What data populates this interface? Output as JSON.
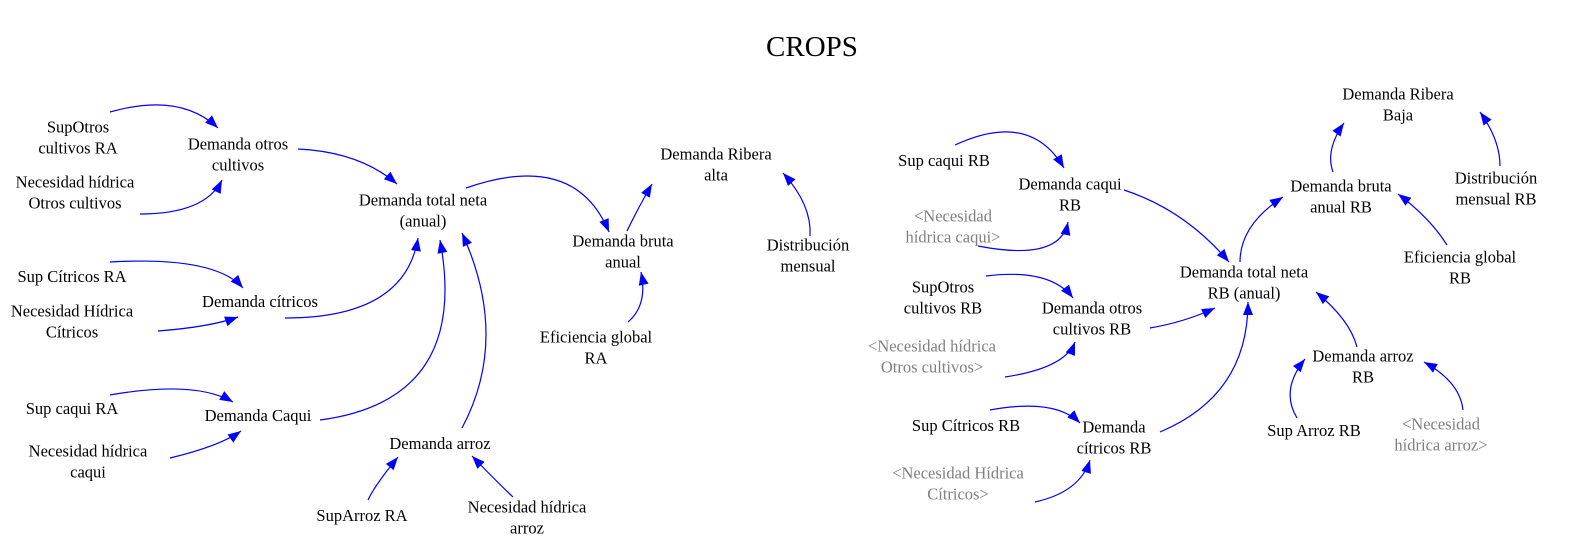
{
  "diagram": {
    "title": "CROPS",
    "colors": {
      "variable_text": "#000000",
      "shadow_variable_text": "#808080",
      "link": "#0000ff",
      "background": "#ffffff"
    },
    "variables": {
      "supotros_ra": {
        "lines": [
          "SupOtros",
          "cultivos RA"
        ],
        "shadow": false
      },
      "demanda_otros_ra": {
        "lines": [
          "Demanda otros",
          "cultivos"
        ],
        "shadow": false
      },
      "nec_otros_ra": {
        "lines": [
          "Necesidad hídrica",
          "Otros cultivos"
        ],
        "shadow": false
      },
      "demanda_total_ra": {
        "lines": [
          "Demanda total neta",
          "(anual)"
        ],
        "shadow": false
      },
      "sup_citricos_ra": {
        "lines": [
          "Sup Cítricos RA"
        ],
        "shadow": false
      },
      "demanda_citricos_ra": {
        "lines": [
          "Demanda cítricos"
        ],
        "shadow": false
      },
      "nec_citricos_ra": {
        "lines": [
          "Necesidad Hídrica",
          "Cítricos"
        ],
        "shadow": false
      },
      "sup_caqui_ra": {
        "lines": [
          "Sup caqui RA"
        ],
        "shadow": false
      },
      "demanda_caqui_ra": {
        "lines": [
          "Demanda Caqui"
        ],
        "shadow": false
      },
      "nec_caqui_ra": {
        "lines": [
          "Necesidad hídrica",
          "caqui"
        ],
        "shadow": false
      },
      "demanda_arroz_ra": {
        "lines": [
          "Demanda arroz"
        ],
        "shadow": false
      },
      "suparroz_ra": {
        "lines": [
          "SupArroz RA"
        ],
        "shadow": false
      },
      "nec_arroz_ra": {
        "lines": [
          "Necesidad hídrica",
          "arroz"
        ],
        "shadow": false
      },
      "demanda_ribera_alta": {
        "lines": [
          "Demanda Ribera",
          "alta"
        ],
        "shadow": false
      },
      "demanda_bruta_ra": {
        "lines": [
          "Demanda bruta",
          "anual"
        ],
        "shadow": false
      },
      "distribucion_ra": {
        "lines": [
          "Distribución",
          "mensual"
        ],
        "shadow": false
      },
      "eficiencia_ra": {
        "lines": [
          "Eficiencia global",
          "RA"
        ],
        "shadow": false
      },
      "sup_caqui_rb": {
        "lines": [
          "Sup caqui RB"
        ],
        "shadow": false
      },
      "demanda_caqui_rb": {
        "lines": [
          "Demanda caqui",
          "RB"
        ],
        "shadow": false
      },
      "nec_caqui_shadow": {
        "lines": [
          "<Necesidad",
          "hídrica caqui>"
        ],
        "shadow": true
      },
      "supotros_rb": {
        "lines": [
          "SupOtros",
          "cultivos RB"
        ],
        "shadow": false
      },
      "demanda_otros_rb": {
        "lines": [
          "Demanda otros",
          "cultivos RB"
        ],
        "shadow": false
      },
      "nec_otros_shadow": {
        "lines": [
          "<Necesidad hídrica",
          "Otros cultivos>"
        ],
        "shadow": true
      },
      "sup_citricos_rb": {
        "lines": [
          "Sup Cítricos RB"
        ],
        "shadow": false
      },
      "demanda_citricos_rb": {
        "lines": [
          "Demanda",
          "cítricos RB"
        ],
        "shadow": false
      },
      "nec_citricos_shadow": {
        "lines": [
          "<Necesidad Hídrica",
          "Cítricos>"
        ],
        "shadow": true
      },
      "demanda_total_rb": {
        "lines": [
          "Demanda total neta",
          "RB (anual)"
        ],
        "shadow": false
      },
      "demanda_ribera_baja": {
        "lines": [
          "Demanda Ribera",
          "Baja"
        ],
        "shadow": false
      },
      "demanda_bruta_rb": {
        "lines": [
          "Demanda bruta",
          "anual RB"
        ],
        "shadow": false
      },
      "distribucion_rb": {
        "lines": [
          "Distribución",
          "mensual RB"
        ],
        "shadow": false
      },
      "eficiencia_rb": {
        "lines": [
          "Eficiencia global",
          "RB"
        ],
        "shadow": false
      },
      "demanda_arroz_rb": {
        "lines": [
          "Demanda arroz",
          "RB"
        ],
        "shadow": false
      },
      "sup_arroz_rb": {
        "lines": [
          "Sup Arroz RB"
        ],
        "shadow": false
      },
      "nec_arroz_shadow": {
        "lines": [
          "<Necesidad",
          "hídrica arroz>"
        ],
        "shadow": true
      }
    },
    "links": [
      {
        "from": "supotros_ra",
        "to": "demanda_otros_ra"
      },
      {
        "from": "nec_otros_ra",
        "to": "demanda_otros_ra"
      },
      {
        "from": "demanda_otros_ra",
        "to": "demanda_total_ra"
      },
      {
        "from": "sup_citricos_ra",
        "to": "demanda_citricos_ra"
      },
      {
        "from": "nec_citricos_ra",
        "to": "demanda_citricos_ra"
      },
      {
        "from": "demanda_citricos_ra",
        "to": "demanda_total_ra"
      },
      {
        "from": "sup_caqui_ra",
        "to": "demanda_caqui_ra"
      },
      {
        "from": "nec_caqui_ra",
        "to": "demanda_caqui_ra"
      },
      {
        "from": "demanda_caqui_ra",
        "to": "demanda_total_ra"
      },
      {
        "from": "suparroz_ra",
        "to": "demanda_arroz_ra"
      },
      {
        "from": "nec_arroz_ra",
        "to": "demanda_arroz_ra"
      },
      {
        "from": "demanda_arroz_ra",
        "to": "demanda_total_ra"
      },
      {
        "from": "demanda_total_ra",
        "to": "demanda_bruta_ra"
      },
      {
        "from": "eficiencia_ra",
        "to": "demanda_bruta_ra"
      },
      {
        "from": "demanda_bruta_ra",
        "to": "demanda_ribera_alta"
      },
      {
        "from": "distribucion_ra",
        "to": "demanda_ribera_alta"
      },
      {
        "from": "sup_caqui_rb",
        "to": "demanda_caqui_rb"
      },
      {
        "from": "nec_caqui_shadow",
        "to": "demanda_caqui_rb"
      },
      {
        "from": "demanda_caqui_rb",
        "to": "demanda_total_rb"
      },
      {
        "from": "supotros_rb",
        "to": "demanda_otros_rb"
      },
      {
        "from": "nec_otros_shadow",
        "to": "demanda_otros_rb"
      },
      {
        "from": "demanda_otros_rb",
        "to": "demanda_total_rb"
      },
      {
        "from": "sup_citricos_rb",
        "to": "demanda_citricos_rb"
      },
      {
        "from": "nec_citricos_shadow",
        "to": "demanda_citricos_rb"
      },
      {
        "from": "demanda_citricos_rb",
        "to": "demanda_total_rb"
      },
      {
        "from": "sup_arroz_rb",
        "to": "demanda_arroz_rb"
      },
      {
        "from": "nec_arroz_shadow",
        "to": "demanda_arroz_rb"
      },
      {
        "from": "demanda_arroz_rb",
        "to": "demanda_total_rb"
      },
      {
        "from": "demanda_total_rb",
        "to": "demanda_bruta_rb"
      },
      {
        "from": "eficiencia_rb",
        "to": "demanda_bruta_rb"
      },
      {
        "from": "demanda_bruta_rb",
        "to": "demanda_ribera_baja"
      },
      {
        "from": "distribucion_rb",
        "to": "demanda_ribera_baja"
      }
    ]
  }
}
